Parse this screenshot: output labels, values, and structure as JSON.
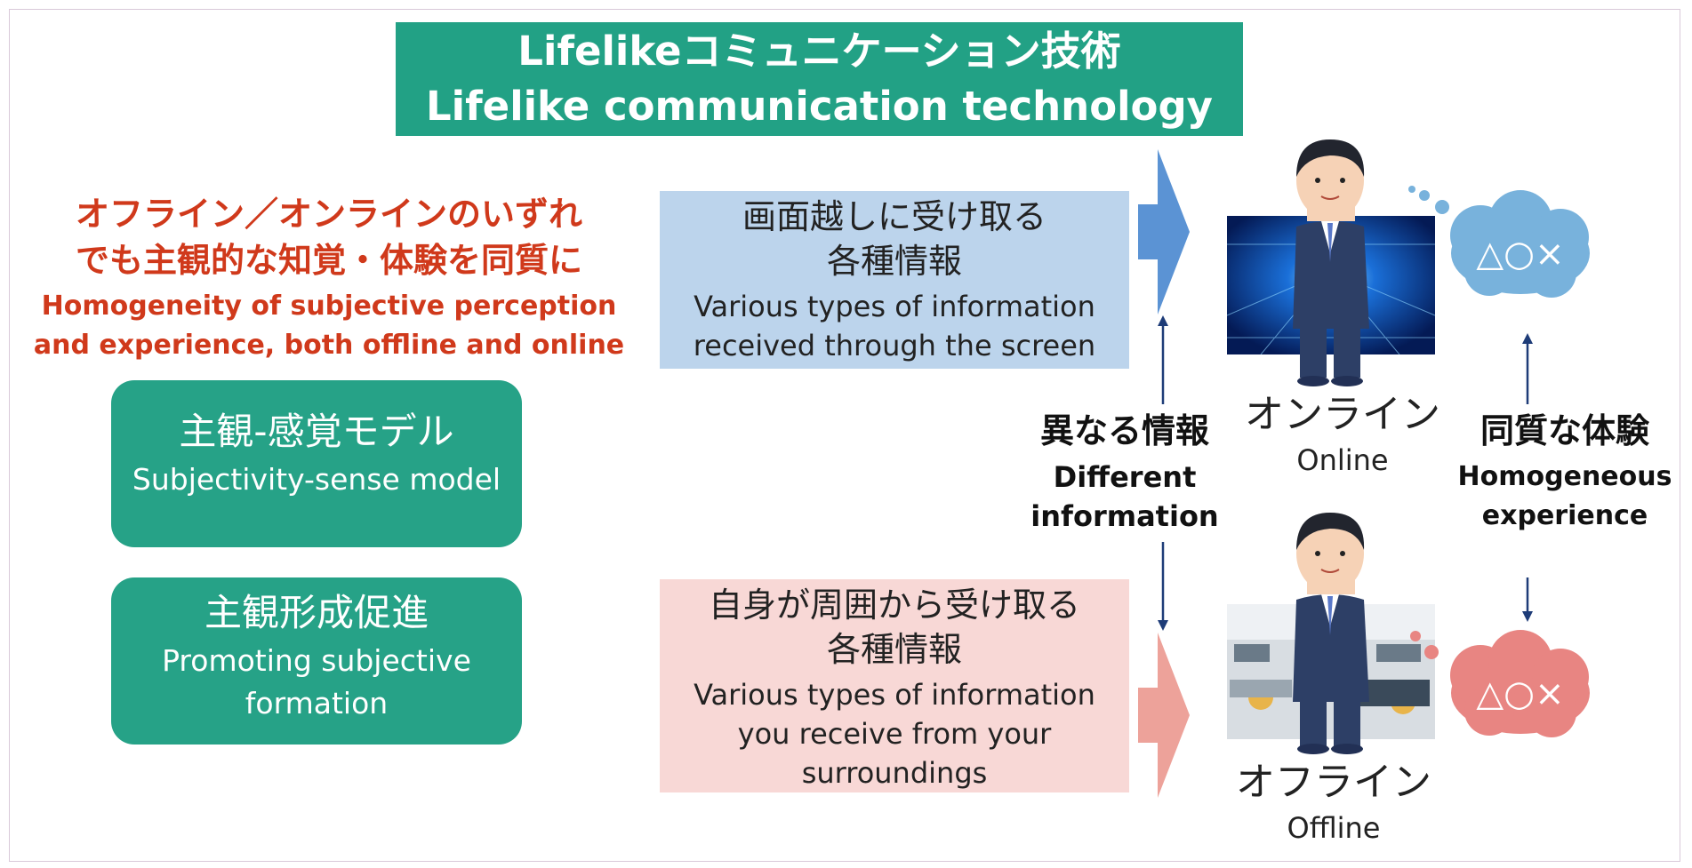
{
  "title": {
    "jp": "Lifelikeコミュニケーション技術",
    "en": "Lifelike communication technology"
  },
  "goal": {
    "jp_line1": "オフライン／オンラインのいずれ",
    "jp_line2": "でも主観的な知覚・体験を同質に",
    "en_line1": "Homogeneity of subjective perception",
    "en_line2": "and experience, both offline and online"
  },
  "model_box": {
    "jp": "主観-感覚モデル",
    "en": "Subjectivity-sense model"
  },
  "promote_box": {
    "jp": "主観形成促進",
    "en_line1": "Promoting subjective",
    "en_line2": "formation"
  },
  "screen_info": {
    "jp_line1": "画面越しに受け取る",
    "jp_line2": "各種情報",
    "en_line1": "Various types of information",
    "en_line2": "received through the screen"
  },
  "surround_info": {
    "jp_line1": "自身が周囲から受け取る",
    "jp_line2": "各種情報",
    "en_line1": "Various types of information",
    "en_line2": "you receive from your",
    "en_line3": "surroundings"
  },
  "different": {
    "jp": "異なる情報",
    "en_line1": "Different",
    "en_line2": "information"
  },
  "homogeneous": {
    "jp": "同質な体験",
    "en_line1": "Homogeneous",
    "en_line2": "experience"
  },
  "online": {
    "jp": "オンライン",
    "en": "Online"
  },
  "offline": {
    "jp": "オフライン",
    "en": "Offline"
  },
  "thought": {
    "online_symbols": "△○×",
    "offline_symbols": "△○×"
  },
  "colors": {
    "title_green": "#22a185",
    "box_green": "#26a287",
    "goal_red": "#d0391b",
    "info_blue": "#bcd4ec",
    "info_pink": "#f8d8d6",
    "arrow_blue": "#5b93d4",
    "arrow_pink": "#eda29a",
    "cloud_blue": "#78b2dc",
    "cloud_pink": "#e88582"
  }
}
